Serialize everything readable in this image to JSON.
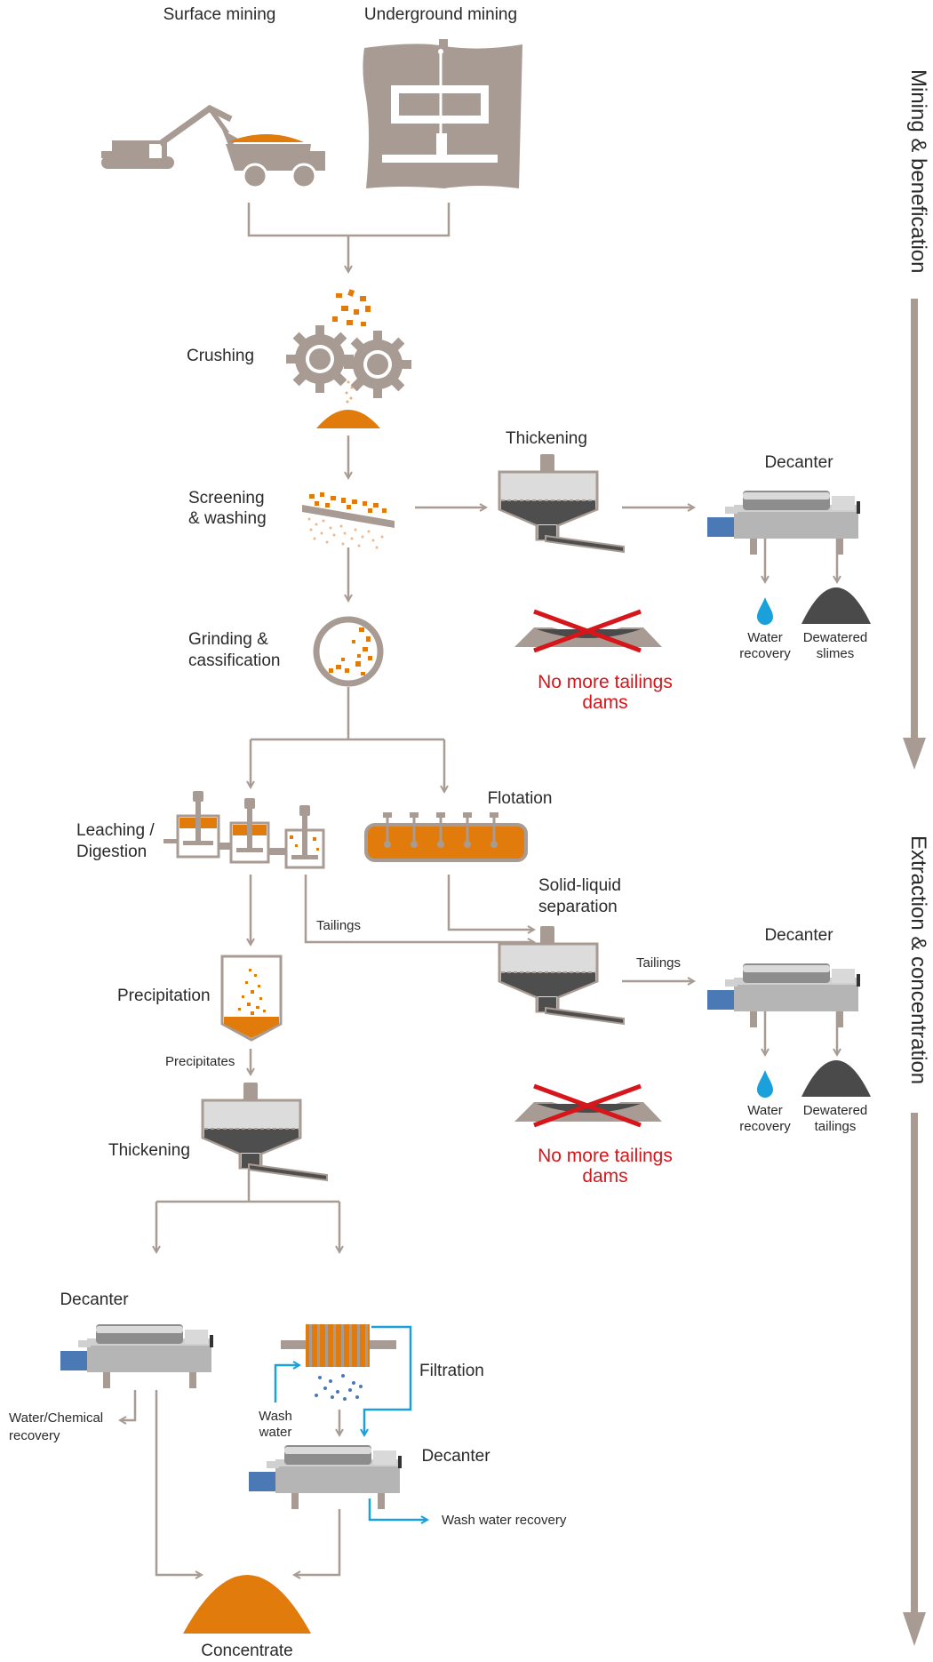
{
  "colors": {
    "machine": "#a89b93",
    "orange": "#e07b0c",
    "tailings_dark": "#4a4a4a",
    "water_blue": "#1aa0db",
    "red": "#d6161b",
    "decanter_grey": "#b9b9b9",
    "motor_blue": "#4a79b5"
  },
  "side": {
    "mining": "Mining & benefication",
    "extraction": "Extraction & concentration"
  },
  "steps": {
    "surface_mining": "Surface mining",
    "underground_mining": "Underground mining",
    "crushing": "Crushing",
    "screening_1": "Screening",
    "screening_2": "& washing",
    "grinding_1": "Grinding &",
    "grinding_2": "cassification",
    "thickening_1": "Thickening",
    "decanter_1": "Decanter",
    "no_tailings_1a": "No more tailings",
    "no_tailings_1b": "dams",
    "water_recovery_1a": "Water",
    "water_recovery_1b": "recovery",
    "dewatered_slimes_a": "Dewatered",
    "dewatered_slimes_b": "slimes",
    "leaching_1": "Leaching /",
    "leaching_2": "Digestion",
    "flotation": "Flotation",
    "tailings_1": "Tailings",
    "solid_liquid_1": "Solid-liquid",
    "solid_liquid_2": "separation",
    "tailings_2": "Tailings",
    "decanter_2": "Decanter",
    "precipitation": "Precipitation",
    "precipitates": "Precipitates",
    "water_recovery_2a": "Water",
    "water_recovery_2b": "recovery",
    "dewatered_tailings_a": "Dewatered",
    "dewatered_tailings_b": "tailings",
    "no_tailings_2a": "No more tailings",
    "no_tailings_2b": "dams",
    "thickening_2": "Thickening",
    "decanter_3": "Decanter",
    "filtration": "Filtration",
    "wash_water_1": "Wash",
    "wash_water_2": "water",
    "water_chem_1": "Water/Chemical",
    "water_chem_2": "recovery",
    "decanter_4": "Decanter",
    "wash_water_recovery": "Wash water recovery",
    "concentrate": "Concentrate"
  }
}
